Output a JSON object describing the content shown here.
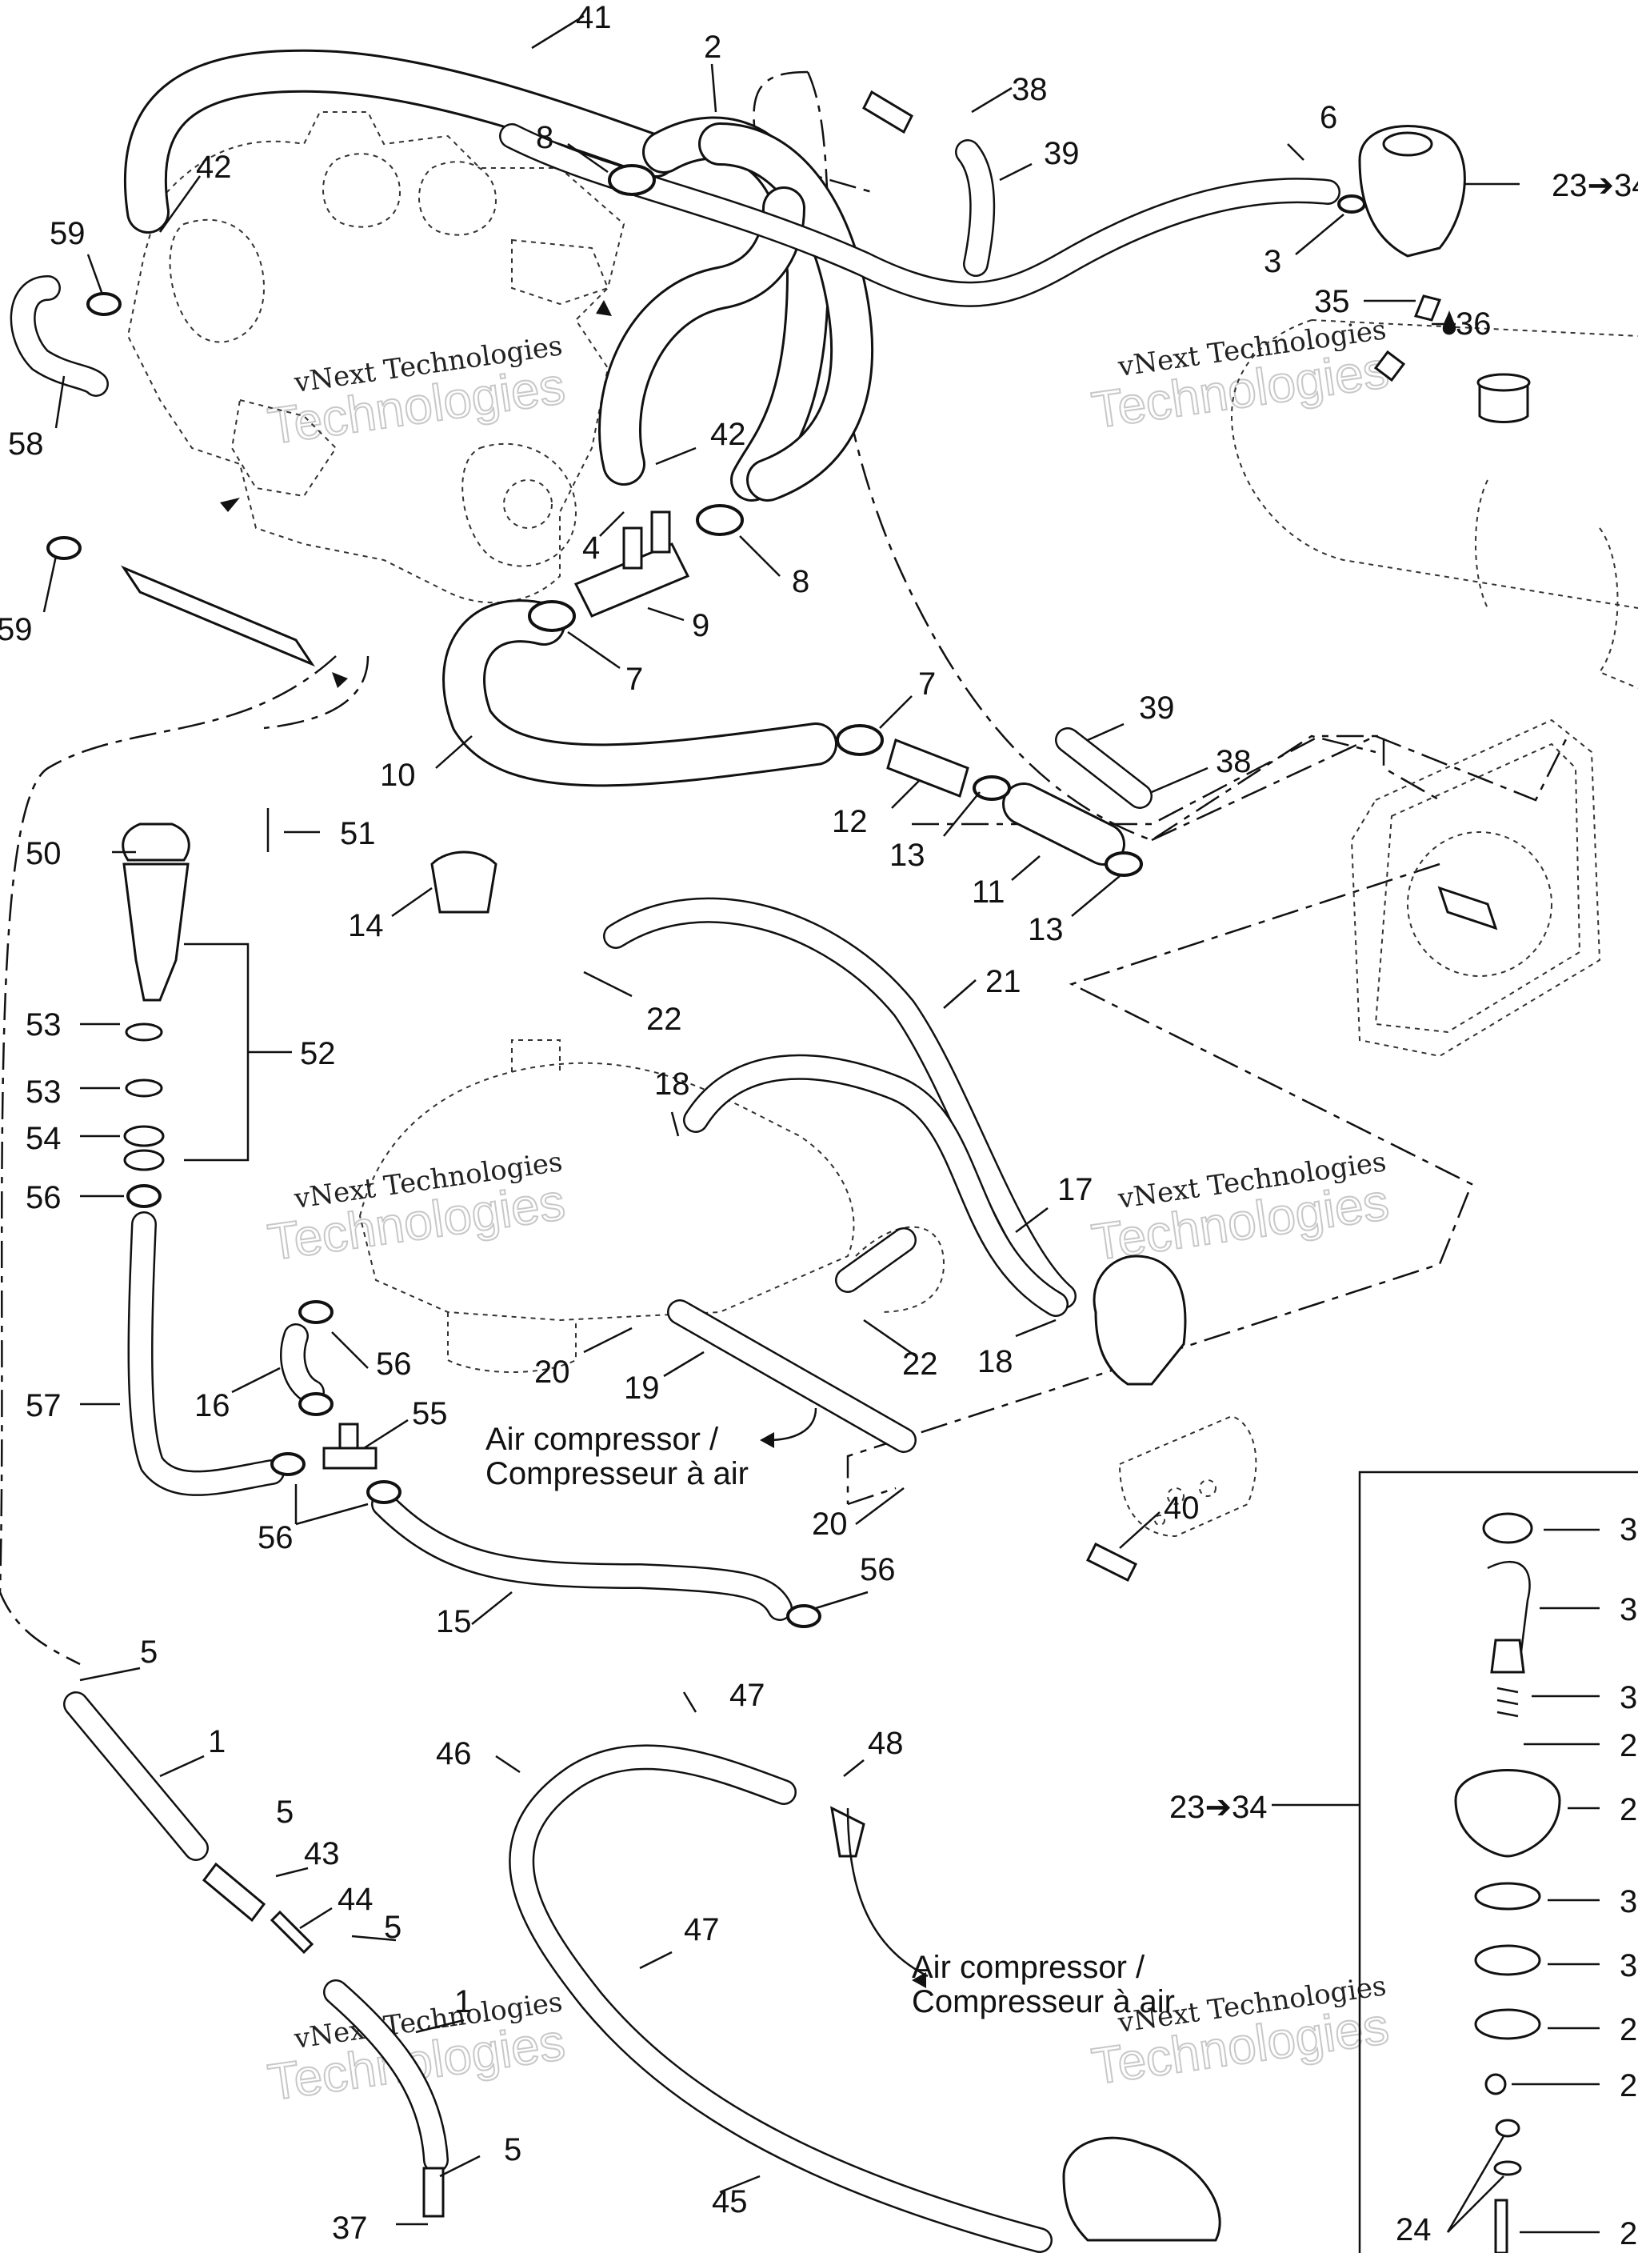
{
  "parts": [
    {
      "id": "41",
      "label": "41"
    },
    {
      "id": "2",
      "label": "2"
    },
    {
      "id": "38a",
      "label": "38"
    },
    {
      "id": "8a",
      "label": "8"
    },
    {
      "id": "42a",
      "label": "42"
    },
    {
      "id": "39a",
      "label": "39"
    },
    {
      "id": "6",
      "label": "6"
    },
    {
      "id": "23-34a",
      "label": "23➔34"
    },
    {
      "id": "59a",
      "label": "59"
    },
    {
      "id": "3",
      "label": "3"
    },
    {
      "id": "35",
      "label": "35"
    },
    {
      "id": "36",
      "label": "36"
    },
    {
      "id": "58",
      "label": "58"
    },
    {
      "id": "42b",
      "label": "42"
    },
    {
      "id": "4",
      "label": "4"
    },
    {
      "id": "8b",
      "label": "8"
    },
    {
      "id": "59b",
      "label": "59"
    },
    {
      "id": "9",
      "label": "9"
    },
    {
      "id": "7a",
      "label": "7"
    },
    {
      "id": "7b",
      "label": "7"
    },
    {
      "id": "39b",
      "label": "39"
    },
    {
      "id": "10",
      "label": "10"
    },
    {
      "id": "38b",
      "label": "38"
    },
    {
      "id": "12",
      "label": "12"
    },
    {
      "id": "13a",
      "label": "13"
    },
    {
      "id": "11",
      "label": "11"
    },
    {
      "id": "13b",
      "label": "13"
    },
    {
      "id": "50",
      "label": "50"
    },
    {
      "id": "51",
      "label": "51"
    },
    {
      "id": "14",
      "label": "14"
    },
    {
      "id": "21",
      "label": "21"
    },
    {
      "id": "22a",
      "label": "22"
    },
    {
      "id": "53a",
      "label": "53"
    },
    {
      "id": "52",
      "label": "52"
    },
    {
      "id": "53b",
      "label": "53"
    },
    {
      "id": "18a",
      "label": "18"
    },
    {
      "id": "54",
      "label": "54"
    },
    {
      "id": "56a",
      "label": "56"
    },
    {
      "id": "17",
      "label": "17"
    },
    {
      "id": "20a",
      "label": "20"
    },
    {
      "id": "19",
      "label": "19"
    },
    {
      "id": "22b",
      "label": "22"
    },
    {
      "id": "18b",
      "label": "18"
    },
    {
      "id": "56b",
      "label": "56"
    },
    {
      "id": "16",
      "label": "16"
    },
    {
      "id": "57",
      "label": "57"
    },
    {
      "id": "55",
      "label": "55"
    },
    {
      "id": "20b",
      "label": "20"
    },
    {
      "id": "40",
      "label": "40"
    },
    {
      "id": "56c",
      "label": "56"
    },
    {
      "id": "56d",
      "label": "56"
    },
    {
      "id": "15",
      "label": "15"
    },
    {
      "id": "5a",
      "label": "5"
    },
    {
      "id": "1a",
      "label": "1"
    },
    {
      "id": "47a",
      "label": "47"
    },
    {
      "id": "46",
      "label": "46"
    },
    {
      "id": "48",
      "label": "48"
    },
    {
      "id": "5b",
      "label": "5"
    },
    {
      "id": "43",
      "label": "43"
    },
    {
      "id": "23-34b",
      "label": "23➔34"
    },
    {
      "id": "44",
      "label": "44"
    },
    {
      "id": "5c",
      "label": "5"
    },
    {
      "id": "47b",
      "label": "47"
    },
    {
      "id": "1b",
      "label": "1"
    },
    {
      "id": "5d",
      "label": "5"
    },
    {
      "id": "45",
      "label": "45"
    },
    {
      "id": "37",
      "label": "37"
    },
    {
      "id": "24",
      "label": "24"
    },
    {
      "id": "k1",
      "label": "3"
    },
    {
      "id": "k2",
      "label": "3"
    },
    {
      "id": "k3",
      "label": "3"
    },
    {
      "id": "k4",
      "label": "2"
    },
    {
      "id": "k5",
      "label": "2"
    },
    {
      "id": "k6",
      "label": "3"
    },
    {
      "id": "k7",
      "label": "3"
    },
    {
      "id": "k8",
      "label": "2"
    },
    {
      "id": "k9",
      "label": "2"
    },
    {
      "id": "k10",
      "label": "2"
    }
  ],
  "notes": {
    "air_compressor_1_line1": "Air compressor /",
    "air_compressor_1_line2": "Compresseur à air",
    "air_compressor_2_line1": "Air compressor /",
    "air_compressor_2_line2": "Compresseur à air"
  },
  "watermarks": [
    {
      "line1": "vNext Technologies",
      "line2": "Technologies"
    },
    {
      "line1": "vNext Technologies",
      "line2": "Technologies"
    },
    {
      "line1": "vNext Technologies",
      "line2": "Technologies"
    },
    {
      "line1": "vNext Technologies",
      "line2": "Technologies"
    },
    {
      "line1": "vNext Technologies",
      "line2": "Technologies"
    },
    {
      "line1": "vNext Technologies",
      "line2": "Technologies"
    }
  ]
}
